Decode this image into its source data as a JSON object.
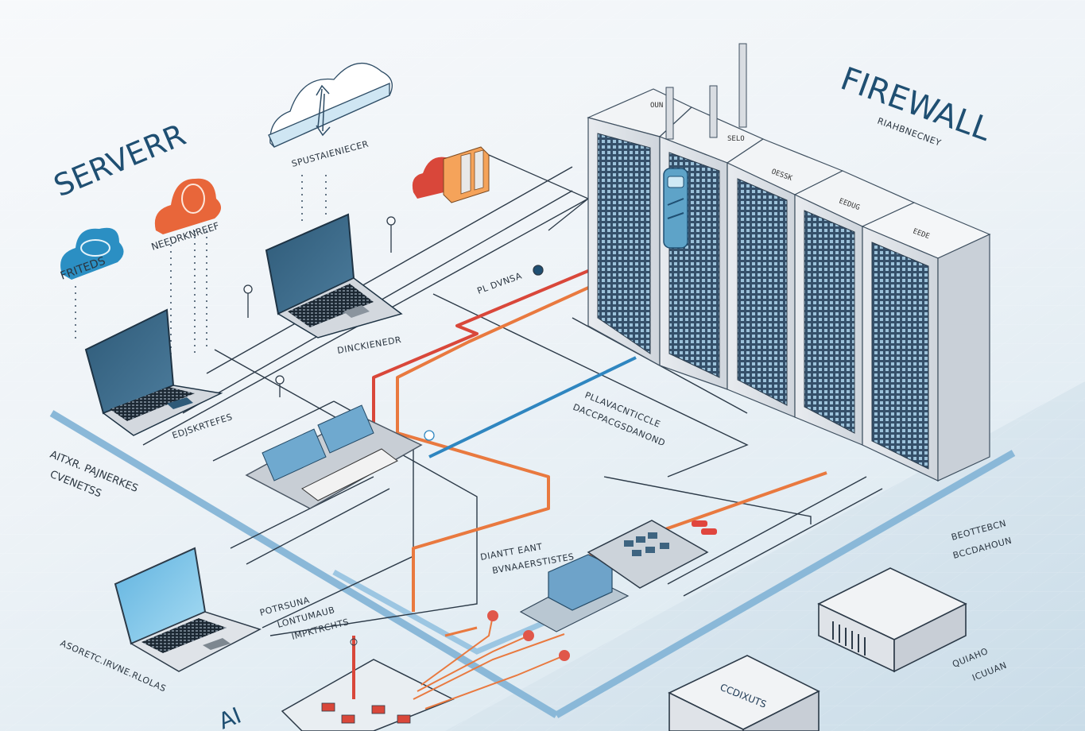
{
  "diagram": {
    "type": "isometric network topology illustration",
    "title_left": "SERVERR",
    "title_right": "FIREWALL",
    "subtitle_right": "RIAHBNECNEY",
    "colors": {
      "brand_blue": "#1f5a82",
      "cloud_blue": "#2b8fc3",
      "cloud_orange": "#e8663a",
      "cable_red": "#d9473a",
      "cable_orange": "#e9793f",
      "cable_blue": "#2f86c0",
      "zone_border": "#8ab8d8",
      "rack_grey": "#dfe3e8"
    },
    "clouds": [
      {
        "id": "blue-cloud",
        "label": "FRITEDS",
        "color": "#2b8fc3"
      },
      {
        "id": "orange-cloud",
        "label": "NEEDRKNREEF",
        "color": "#e8663a"
      },
      {
        "id": "sync-cloud",
        "label": "SPUSTAIENIECER",
        "color": "#ffffff"
      },
      {
        "id": "red-cloud-folder",
        "label": "",
        "color": "#d9473a"
      }
    ],
    "labels": {
      "laptop_top_caption": "DINCKIENEDR",
      "laptop_left_caption": "EDJSKRTEFES",
      "zone_left_caption_1": "AITXR. PAJNERKES",
      "zone_left_caption_2": "CVENETSS",
      "cable_caption": "PL DVNSA",
      "rack_floor_caption_1": "PLLAVACNTICCLE",
      "rack_floor_caption_2": "DACCPACGSDANOND",
      "switch_caption_1": "DIANTT EANT",
      "switch_caption_2": "BVNAAERSTISTES",
      "laptop_bottom_caption_1": "POTRSUNA",
      "laptop_bottom_caption_2": "LONTUMAUB",
      "laptop_bottom_caption_3": "IMPKTRCHTS",
      "laptop_bottom_left_caption": "ASORETC.IRVNE.RLOLAS",
      "right_caption_1": "BEOTTEBCN",
      "right_caption_2": "BCCDAHOUN",
      "router_caption_1": "QUIAHO",
      "router_caption_2": "ICUUAN",
      "appliance_label": "CCDIXUTS",
      "bottom_partial": "AI"
    },
    "racks": [
      {
        "id": "rack-1",
        "tag": "OUN"
      },
      {
        "id": "rack-2",
        "tag": "SELO"
      },
      {
        "id": "rack-3",
        "tag": "OESSK"
      },
      {
        "id": "rack-4",
        "tag": "EEDUG"
      },
      {
        "id": "rack-5",
        "tag": "EEDE"
      }
    ],
    "devices": [
      {
        "id": "laptop-left",
        "kind": "laptop"
      },
      {
        "id": "laptop-top",
        "kind": "laptop"
      },
      {
        "id": "laptop-bottom",
        "kind": "laptop"
      },
      {
        "id": "switch-panel",
        "kind": "switch"
      },
      {
        "id": "storage-block",
        "kind": "storage"
      },
      {
        "id": "patch-panel",
        "kind": "panel"
      },
      {
        "id": "test-board",
        "kind": "board"
      },
      {
        "id": "router-box",
        "kind": "router"
      },
      {
        "id": "appliance-box",
        "kind": "appliance"
      }
    ]
  }
}
